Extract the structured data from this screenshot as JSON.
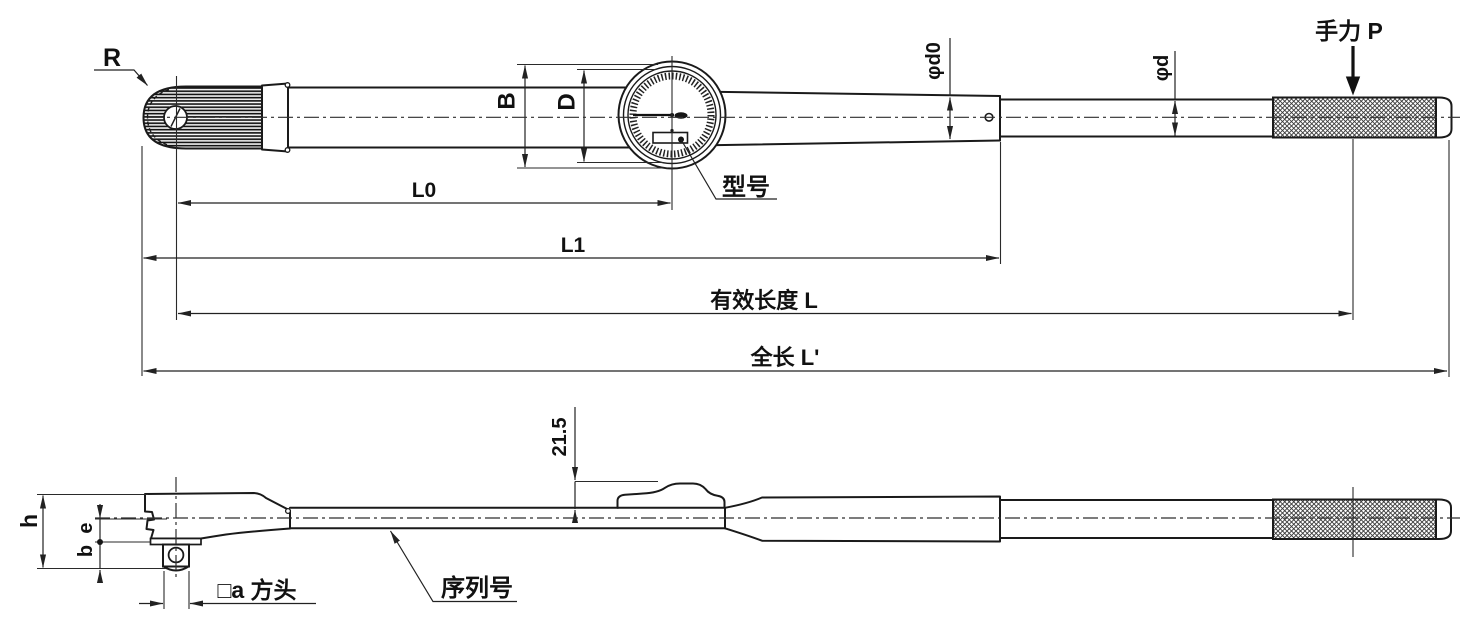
{
  "colors": {
    "background": "#ffffff",
    "object_line": "#1a1a1a",
    "dimension_line": "#2a2a2a",
    "text": "#111111"
  },
  "top_view": {
    "radius_label": "R",
    "dial_width_label": "B",
    "dial_face_label": "D",
    "model_label": "型号",
    "tube_diameter_label": "φd0",
    "handle_diameter_label": "φd",
    "hand_force_label": "手力 P",
    "dim_l0_label": "L0",
    "dim_l1_label": "L1",
    "effective_length_label": "有效长度 L",
    "overall_length_label": "全长 L'"
  },
  "side_view": {
    "lever_height_label": "21.5",
    "head_height_label": "h",
    "dim_b_label": "b",
    "dim_e_label": "e",
    "square_drive_label": "□a 方头",
    "serial_label": "序列号"
  }
}
